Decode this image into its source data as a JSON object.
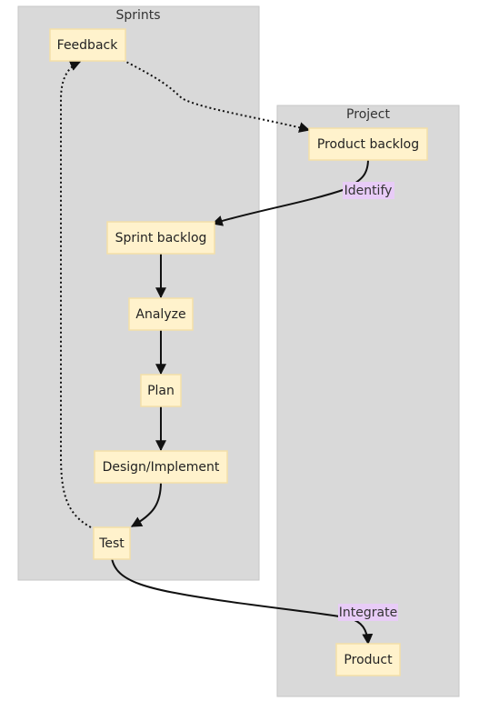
{
  "clusters": {
    "sprints": {
      "label": "Sprints"
    },
    "project": {
      "label": "Project"
    }
  },
  "nodes": {
    "feedback": "Feedback",
    "product_backlog": "Product backlog",
    "sprint_backlog": "Sprint backlog",
    "analyze": "Analyze",
    "plan": "Plan",
    "design_implement": "Design/Implement",
    "test": "Test",
    "product": "Product"
  },
  "edges": [
    {
      "from": "Feedback",
      "to": "Product backlog",
      "style": "dotted",
      "label": ""
    },
    {
      "from": "Product backlog",
      "to": "Sprint backlog",
      "style": "solid",
      "label": "Identify"
    },
    {
      "from": "Sprint backlog",
      "to": "Analyze",
      "style": "solid",
      "label": ""
    },
    {
      "from": "Analyze",
      "to": "Plan",
      "style": "solid",
      "label": ""
    },
    {
      "from": "Plan",
      "to": "Design/Implement",
      "style": "solid",
      "label": ""
    },
    {
      "from": "Design/Implement",
      "to": "Test",
      "style": "solid",
      "label": ""
    },
    {
      "from": "Test",
      "to": "Feedback",
      "style": "dotted",
      "label": ""
    },
    {
      "from": "Test",
      "to": "Product",
      "style": "solid",
      "label": "Integrate"
    }
  ],
  "edge_labels": {
    "identify": "Identify",
    "integrate": "Integrate"
  },
  "colors": {
    "cluster_fill": "#d9d9d9",
    "node_fill": "#fff2cc",
    "node_border": "#f4dfa8",
    "edge_label_bg": "#e8ccf7",
    "edge": "#111111"
  }
}
